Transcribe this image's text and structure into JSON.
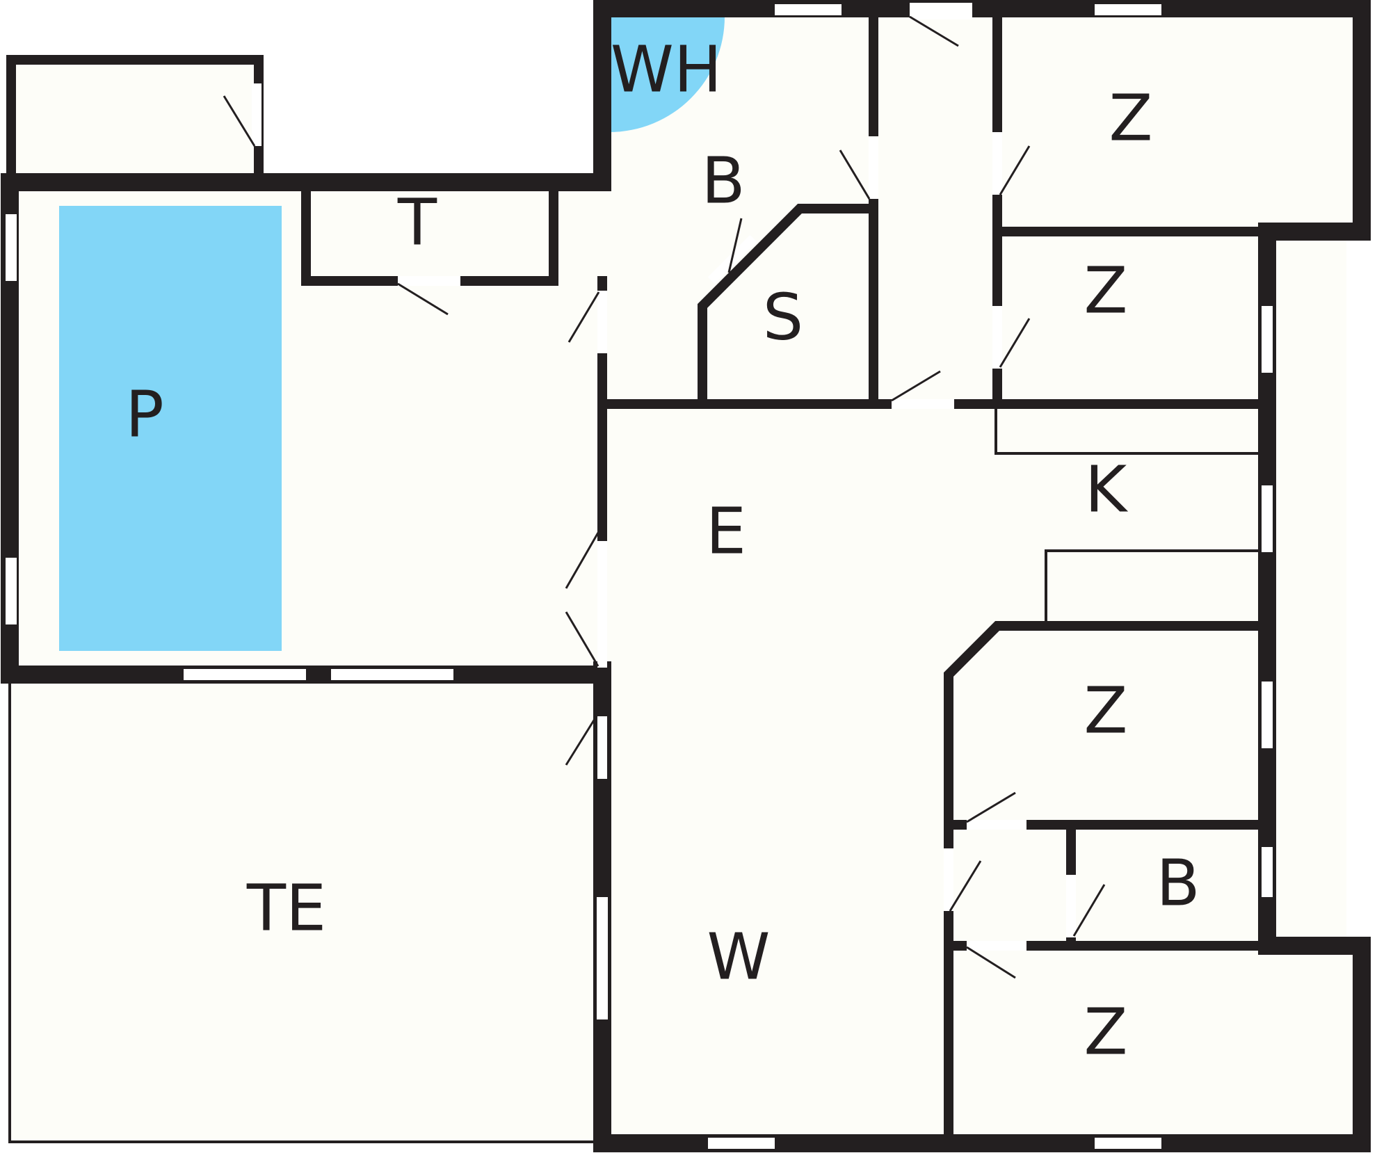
{
  "colors": {
    "wall": "#231f20",
    "floor": "#fdfdf8",
    "water": "#82d6f7",
    "opening": "#ffffff"
  },
  "rooms": {
    "wh": "WH",
    "b_top": "B",
    "t": "T",
    "s": "S",
    "p": "P",
    "e": "E",
    "k": "K",
    "z1": "Z",
    "z2": "Z",
    "z3": "Z",
    "z4": "Z",
    "b_right": "B",
    "w": "W",
    "te": "TE"
  }
}
